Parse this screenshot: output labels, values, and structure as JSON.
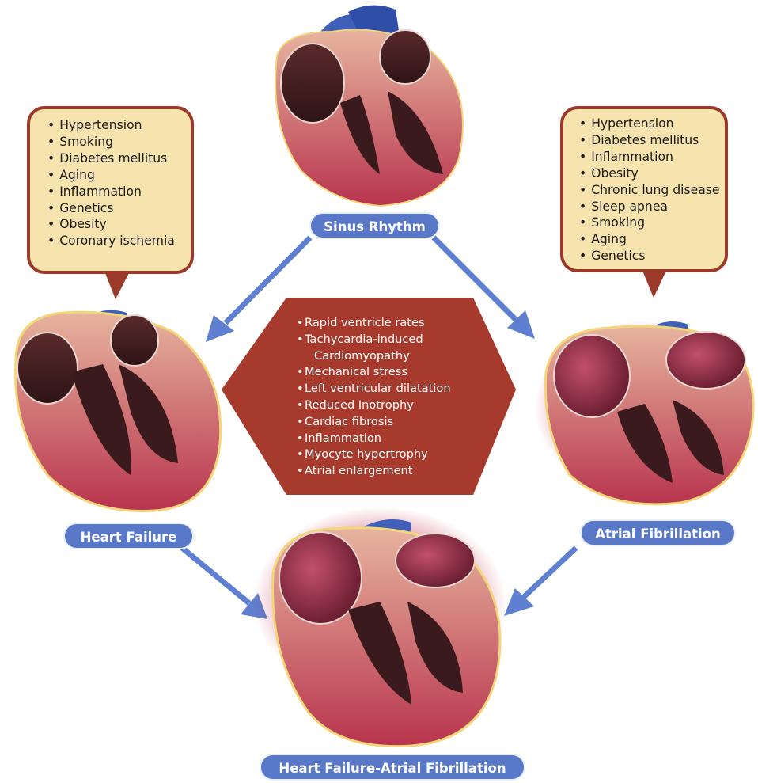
{
  "labels": {
    "sinus_rhythm": "Sinus Rhythm",
    "heart_failure": "Heart Failure",
    "atrial_fibrillation": "Atrial Fibrillation",
    "hf_af": "Heart Failure-Atrial Fibrillation"
  },
  "hf_risk_factors": [
    "Hypertension",
    "Smoking",
    "Diabetes mellitus",
    "Aging",
    "Inflammation",
    "Genetics",
    "Obesity",
    "Coronary ischemia"
  ],
  "af_risk_factors": [
    "Hypertension",
    "Diabetes mellitus",
    "Inflammation",
    "Obesity",
    "Chronic lung disease",
    "Sleep apnea",
    "Smoking",
    "Aging",
    "Genetics"
  ],
  "mechanisms": {
    "item1": "Rapid ventricle rates",
    "item2a": "Tachycardia-induced",
    "item2b": "Cardiomyopathy",
    "item3": "Mechanical stress",
    "item4": "Left ventricular dilatation",
    "item5": "Reduced Inotrophy",
    "item6": "Cardiac fibrosis",
    "item7": "Inflammation",
    "item8": "Myocyte hypertrophy",
    "item9": "Atrial enlargement"
  },
  "colors": {
    "callout_fill": "#f6e3ad",
    "callout_border": "#9b3a2a",
    "hexagon": "#a63a2c",
    "label_pill": "#5a78c8",
    "arrow": "#5f7fd0"
  }
}
